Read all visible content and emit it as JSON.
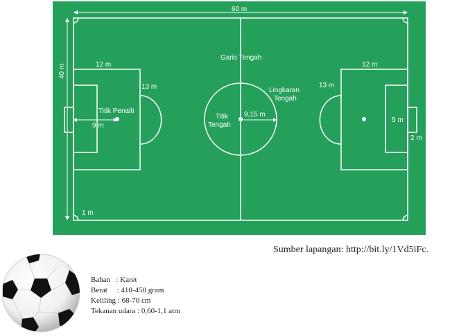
{
  "field": {
    "grass_color": "#25a05a",
    "line_color": "#ffffff",
    "labels": {
      "length": "60 m",
      "width": "40 m",
      "penalty_area_length": "12 m",
      "penalty_area_length_right": "12 m",
      "arc_left": "13 m",
      "arc_right": "13 m",
      "center_line": "Garis Tengah",
      "center_circle_1": "Lingkaran",
      "center_circle_2": "Tengah",
      "penalty_spot": "Titik Penalti",
      "penalty_distance": "9 m",
      "center_spot_1": "Titik",
      "center_spot_2": "Tengah",
      "center_radius": "9,15 m",
      "goal_area_width": "5 m",
      "goal_depth": "2 m",
      "corner_arc": "1 m"
    }
  },
  "caption": "Sumber lapangan: http://bit.ly/1Vd5iFc.",
  "ball_specs": [
    "Bahan   : Karet",
    "Berat     : 410-450 gram",
    "Keliling : 68-70 cm",
    "Tekanan udara : 0,60-1,1 atm"
  ]
}
